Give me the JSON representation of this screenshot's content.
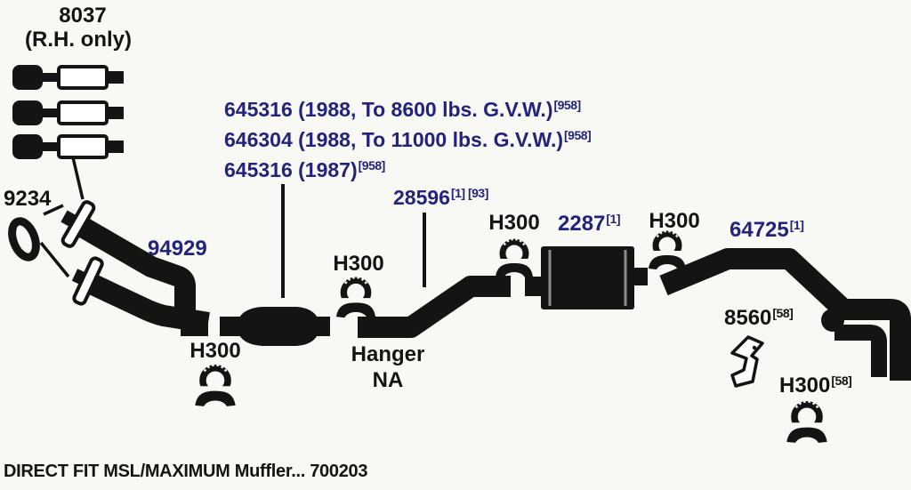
{
  "colors": {
    "ink": "#141414",
    "part_number_navy": "#23237b",
    "background": "#f8f8f4",
    "muffler_band_gray": "#8b8b8b"
  },
  "header": {
    "part": "8037",
    "note": "(R.H. only)"
  },
  "gasket": {
    "part": "9234"
  },
  "ypipe": {
    "part": "94929"
  },
  "converter_options": [
    {
      "text": "645316 (1988, To 8600 lbs. G.V.W.)",
      "sup": "[958]"
    },
    {
      "text": "646304 (1988, To 11000 lbs. G.V.W.)",
      "sup": "[958]"
    },
    {
      "text": "645316 (1987)",
      "sup": "[958]"
    }
  ],
  "intermediate_pipe": {
    "part": "28596",
    "sup": "[1] [93]"
  },
  "muffler": {
    "part": "2287",
    "sup": "[1]"
  },
  "tailpipe": {
    "part": "64725",
    "sup": "[1]"
  },
  "bracket": {
    "part": "8560",
    "sup": "[58]"
  },
  "clamp": {
    "label": "H300"
  },
  "clamp_extra": {
    "part": "H300",
    "sup": "[58]"
  },
  "hanger": {
    "line1": "Hanger",
    "line2": "NA"
  },
  "footer": {
    "caption": "DIRECT FIT MSL/MAXIMUM Muffler... 700203"
  },
  "icons": {
    "clamp": "exhaust-clamp-icon",
    "flange": "pipe-flange-icon",
    "gasket_ring": "gasket-ring-icon",
    "resonator": "resonator-assembly-icon",
    "bracket": "hanger-bracket-icon",
    "converter": "catalytic-converter-icon",
    "muffler": "muffler-icon"
  }
}
